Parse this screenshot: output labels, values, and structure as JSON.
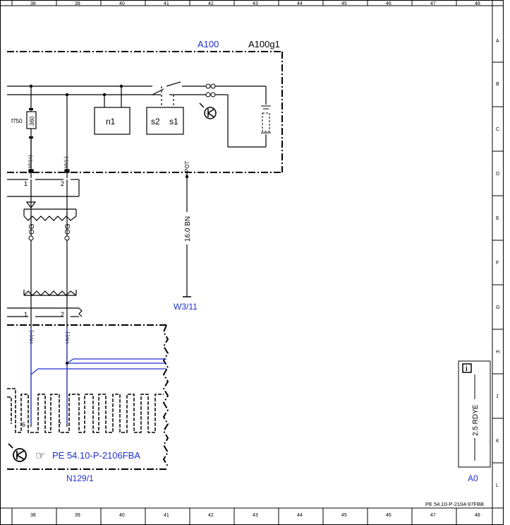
{
  "grid": {
    "columns": [
      "38",
      "39",
      "40",
      "41",
      "42",
      "43",
      "44",
      "45",
      "46",
      "47",
      "48"
    ],
    "rows": [
      "A",
      "B",
      "C",
      "D",
      "E",
      "F",
      "G",
      "H",
      "J",
      "K",
      "L"
    ]
  },
  "modules": {
    "a100": "A100",
    "a100g1": "A100g1",
    "w3_11": "W3/11",
    "n129_1": "N129/1",
    "a0": "A0"
  },
  "components": {
    "f750": "f750",
    "resistor_value": "360",
    "n1": "n1",
    "s2": "s2",
    "s1": "s1"
  },
  "pins": {
    "hv_plus": "HV(+)",
    "hv_minus": "HV(-)",
    "pot": "POT",
    "pin1": "1",
    "pin2": "2",
    "pin6": "6",
    "pin7": "7"
  },
  "wires": {
    "og": "OG",
    "bn": "16.0 BN",
    "rdye": "2.5 RDYE"
  },
  "refs": {
    "pe_link": "PE 54.10-P-2106FBA",
    "doc_id": "PE 54.10-P-2104-97FBB"
  },
  "icons": {
    "info_glyph": "i",
    "hand_glyph": "☞"
  },
  "colors": {
    "blue": "#1e2fd0",
    "black": "#000000"
  }
}
